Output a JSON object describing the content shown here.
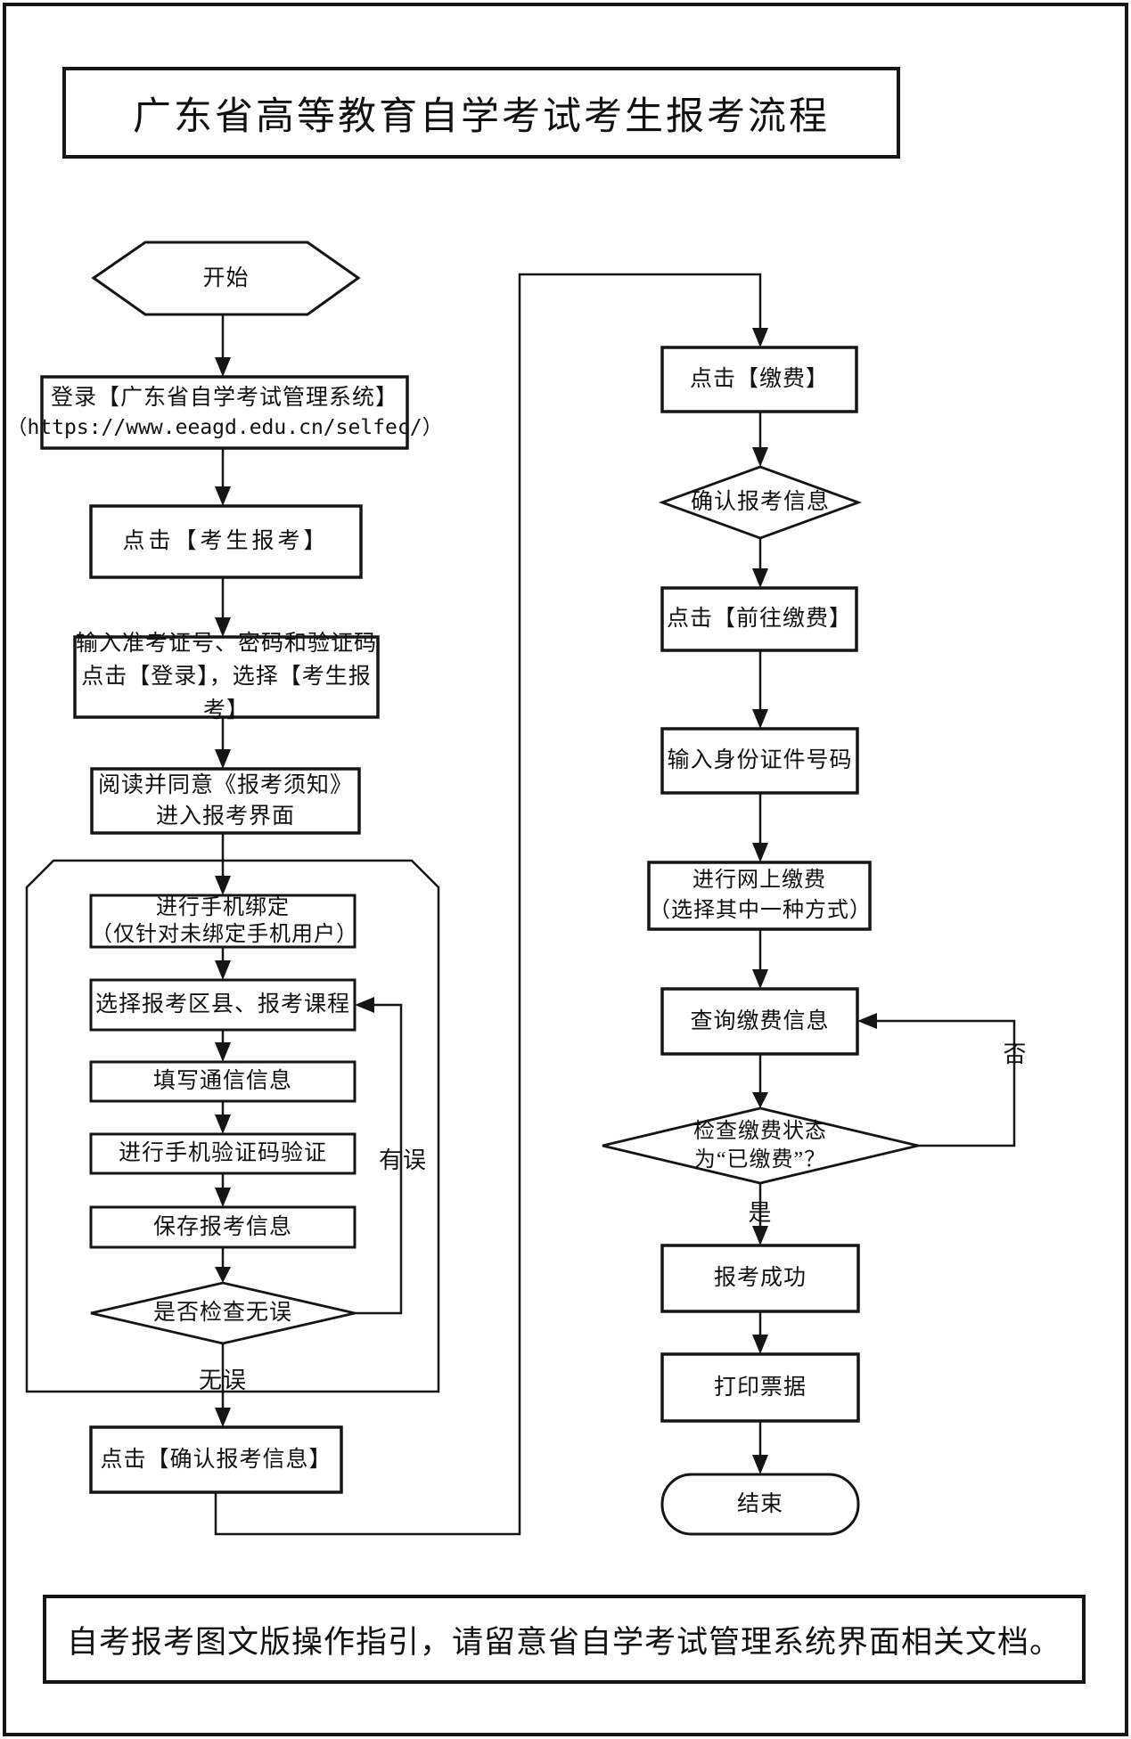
{
  "page": {
    "title": "广东省高等教育自学考试考生报考流程",
    "footer": "自考报考图文版操作指引，请留意省自学考试管理系统界面相关文档。"
  },
  "nodes": {
    "start": "开始",
    "login_line1": "登录【广东省自学考试管理系统】",
    "login_line2": "（https://www.eeagd.edu.cn/selfec/）",
    "click_register": "点击【考生报考】",
    "input_credentials": "输入准考证号、密码和验证码\n点击【登录】，选择【考生报考】",
    "read_notice": "阅读并同意《报考须知》\n进入报考界面",
    "bind_phone": "进行手机绑定\n（仅针对未绑定手机用户）",
    "select_course": "选择报考区县、报考课程",
    "fill_contact": "填写通信信息",
    "verify_sms": "进行手机验证码验证",
    "save_info": "保存报考信息",
    "check_ok": "是否检查无误",
    "confirm_info": "点击【确认报考信息】",
    "click_pay": "点击【缴费】",
    "confirm_reg_info": "确认报考信息",
    "goto_pay": "点击【前往缴费】",
    "input_id": "输入身份证件号码",
    "online_pay": "进行网上缴费\n（选择其中一种方式）",
    "query_pay": "查询缴费信息",
    "check_paid": "检查缴费状态\n为“已缴费”？",
    "success": "报考成功",
    "print_receipt": "打印票据",
    "end": "结束"
  },
  "edge_labels": {
    "no_error": "无误",
    "has_error": "有误",
    "yes": "是",
    "no": "否"
  },
  "colors": {
    "line": "#151515",
    "background": "#ffffff"
  }
}
